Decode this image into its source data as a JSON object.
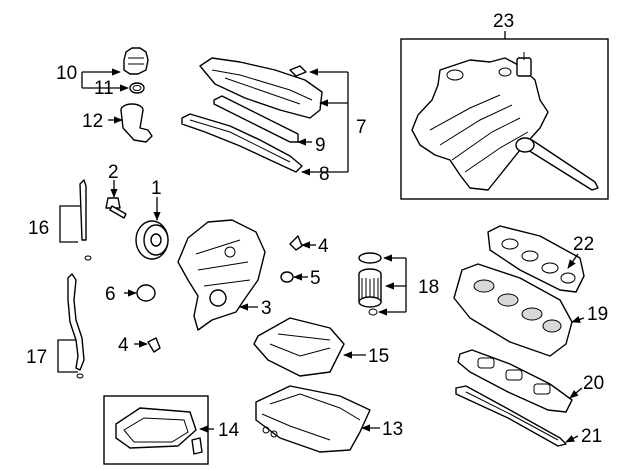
{
  "callouts": {
    "c1": "1",
    "c2": "2",
    "c3": "3",
    "c4a": "4",
    "c4b": "4",
    "c5": "5",
    "c6": "6",
    "c7": "7",
    "c8": "8",
    "c9": "9",
    "c10": "10",
    "c11": "11",
    "c12": "12",
    "c13": "13",
    "c14": "14",
    "c15": "15",
    "c16": "16",
    "c17": "17",
    "c18": "18",
    "c19": "19",
    "c20": "20",
    "c21": "21",
    "c22": "22",
    "c23": "23"
  }
}
